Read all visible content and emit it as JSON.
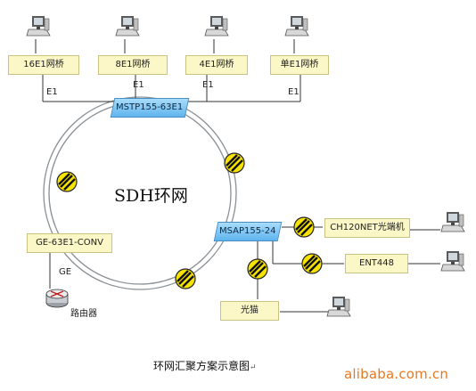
{
  "diagram": {
    "ring_label": "SDH环网",
    "caption": "环网汇聚方案示意图",
    "caption_mark": "↵",
    "top_bridges": [
      "16E1网桥",
      "8E1网桥",
      "4E1网桥",
      "单E1网桥"
    ],
    "e1_labels": [
      "E1",
      "E1",
      "E1",
      "E1"
    ],
    "mstp_node": "MSTP155-63E1",
    "msap_node": "MSAP155-24",
    "converter": "GE-63E1-CONV",
    "ge_label": "GE",
    "router_label": "路由器",
    "right_devices": [
      "CH120NET光端机",
      "ENT448"
    ],
    "modem": "光猫",
    "watermark": "alibaba.com.cn"
  },
  "colors": {
    "bridge_fill": "#fbf7c6",
    "node_blue": "#6ec0f2",
    "ring": "#d8dde2",
    "icon_yellow": "#f7e300",
    "watermark": "#e8781e"
  }
}
